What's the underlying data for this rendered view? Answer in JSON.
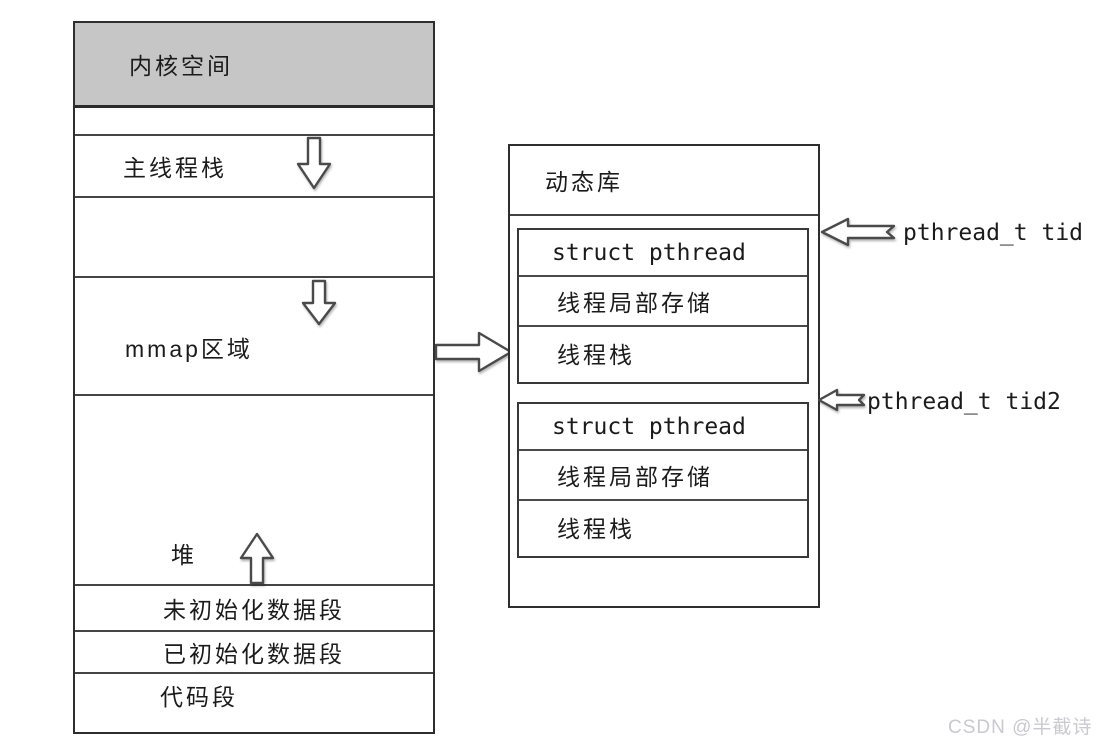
{
  "diagram": {
    "process_box": {
      "kernel_space": "内核空间",
      "main_thread_stack": "主线程栈",
      "mmap_area": "mmap区域",
      "heap": "堆",
      "bss_segment": "未初始化数据段",
      "data_segment": "已初始化数据段",
      "code_segment": "代码段"
    },
    "library_box": {
      "title": "动态库",
      "thread_blocks": [
        {
          "struct_label": "struct pthread",
          "tls_label": "线程局部存储",
          "stack_label": "线程栈"
        },
        {
          "struct_label": "struct pthread",
          "tls_label": "线程局部存储",
          "stack_label": "线程栈"
        }
      ]
    },
    "annotations": {
      "tid": "pthread_t tid",
      "tid2": "pthread_t tid2"
    },
    "watermark": "CSDN @半截诗",
    "colors": {
      "kernel_fill": "#c6c6c6",
      "line": "#454545",
      "watermark": "#c9c9cf"
    }
  }
}
